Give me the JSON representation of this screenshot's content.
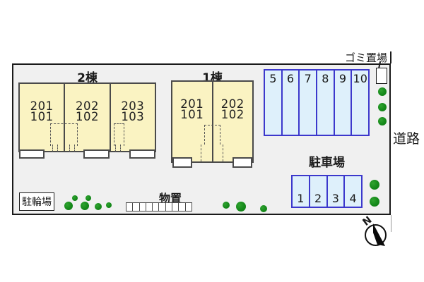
{
  "labels": {
    "road": "道路",
    "garbage": "ゴミ置場",
    "bike_parking": "駐輪場",
    "storage": "物置",
    "car_parking": "駐車場",
    "compass_north": "N"
  },
  "buildings": [
    {
      "name": "2棟",
      "units": [
        {
          "upper": "201",
          "lower": "101"
        },
        {
          "upper": "202",
          "lower": "102"
        },
        {
          "upper": "203",
          "lower": "103"
        }
      ]
    },
    {
      "name": "1棟",
      "units": [
        {
          "upper": "201",
          "lower": "101"
        },
        {
          "upper": "202",
          "lower": "102"
        }
      ]
    }
  ],
  "parking_stalls": {
    "upper_row": [
      "5",
      "6",
      "7",
      "8",
      "9",
      "10"
    ],
    "lower_row": [
      "1",
      "2",
      "3",
      "4"
    ]
  },
  "colors": {
    "site_background": "#f0f0f0",
    "building_fill": "#faf3c2",
    "stall_fill": "#def0fb",
    "stall_border": "#3c38cc",
    "tree_green": "#15891a"
  }
}
